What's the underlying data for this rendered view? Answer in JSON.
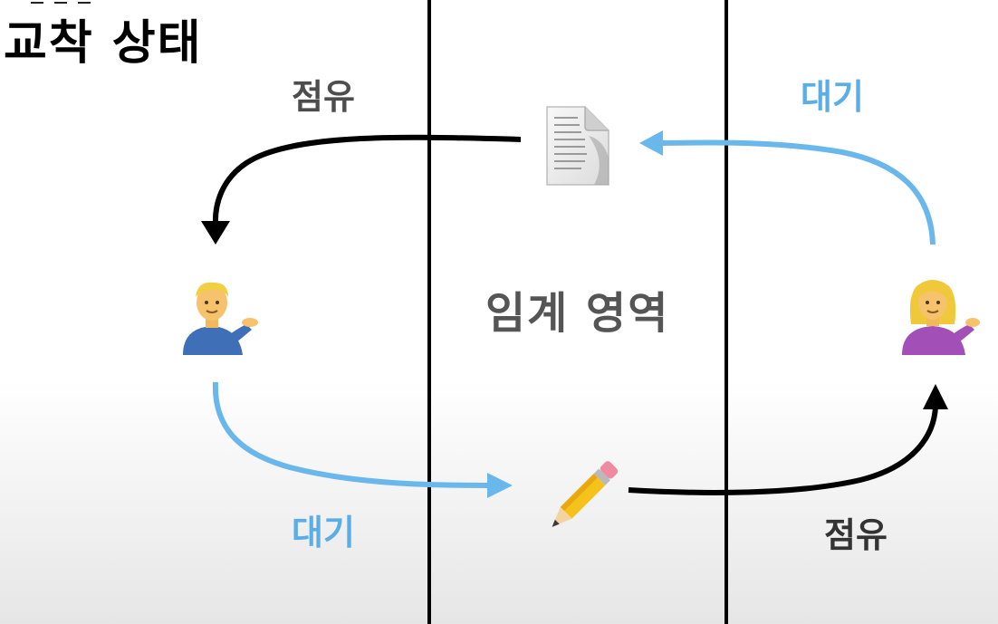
{
  "title": "교착 상태",
  "critical_section": "임계 영역",
  "labels": {
    "top_left": "점유",
    "top_right": "대기",
    "bottom_left": "대기",
    "bottom_right": "점유"
  },
  "colors": {
    "hold_arrow": "#000000",
    "wait_arrow": "#6ab7ec",
    "wait_label": "#5aaee6",
    "hold_label": "#4d4d4d"
  },
  "icons": {
    "resource_top": "document-icon",
    "resource_bottom": "pencil-icon",
    "process_left": "man-tipping-hand-icon",
    "process_right": "woman-tipping-hand-icon"
  }
}
